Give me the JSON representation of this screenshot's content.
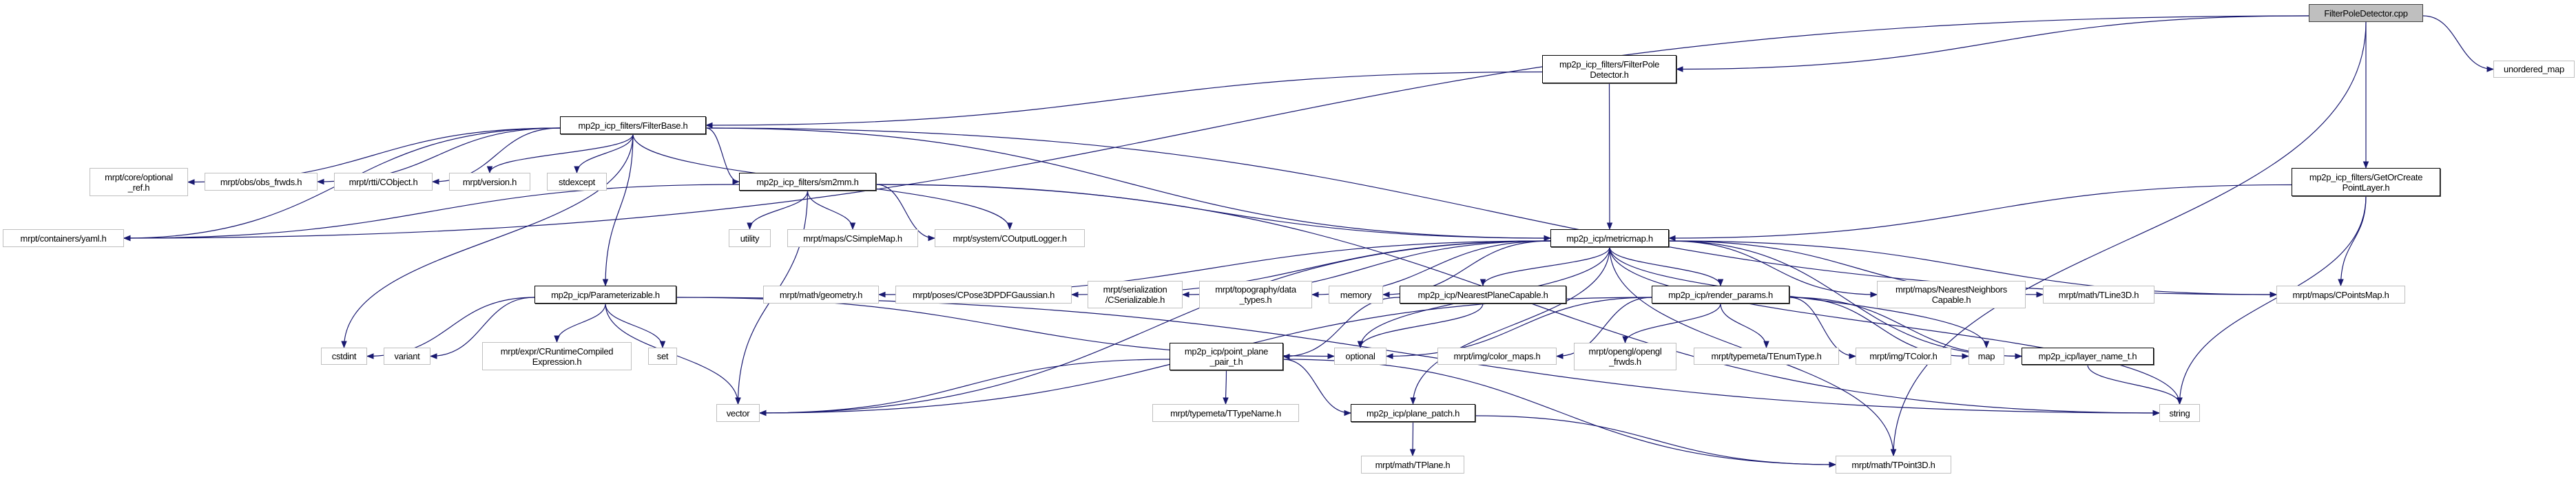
{
  "edge_color": "#191970",
  "root_fill": "#bfbfbf",
  "nodes": [
    {
      "id": "root",
      "label": "FilterPoleDetector.cpp",
      "kind": "root"
    },
    {
      "id": "unordered_map",
      "label": "unordered_map",
      "kind": "ext"
    },
    {
      "id": "fpd_h",
      "label": "mp2p_icp_filters/FilterPole\nDetector.h",
      "kind": "doc"
    },
    {
      "id": "getorcreate",
      "label": "mp2p_icp_filters/GetOrCreate\nPointLayer.h",
      "kind": "doc"
    },
    {
      "id": "filterbase",
      "label": "mp2p_icp_filters/FilterBase.h",
      "kind": "doc"
    },
    {
      "id": "optional_ref",
      "label": "mrpt/core/optional\n_ref.h",
      "kind": "ext"
    },
    {
      "id": "obs_frwds",
      "label": "mrpt/obs/obs_frwds.h",
      "kind": "ext"
    },
    {
      "id": "cobject",
      "label": "mrpt/rtti/CObject.h",
      "kind": "ext"
    },
    {
      "id": "version",
      "label": "mrpt/version.h",
      "kind": "ext"
    },
    {
      "id": "stdexcept",
      "label": "stdexcept",
      "kind": "ext"
    },
    {
      "id": "sm2mm",
      "label": "mp2p_icp_filters/sm2mm.h",
      "kind": "doc"
    },
    {
      "id": "yaml",
      "label": "mrpt/containers/yaml.h",
      "kind": "ext"
    },
    {
      "id": "utility",
      "label": "utility",
      "kind": "ext"
    },
    {
      "id": "csimplemap",
      "label": "mrpt/maps/CSimpleMap.h",
      "kind": "ext"
    },
    {
      "id": "coutputlogger",
      "label": "mrpt/system/COutputLogger.h",
      "kind": "ext"
    },
    {
      "id": "metricmap",
      "label": "mp2p_icp/metricmap.h",
      "kind": "doc"
    },
    {
      "id": "parameterizable",
      "label": "mp2p_icp/Parameterizable.h",
      "kind": "doc"
    },
    {
      "id": "geometry",
      "label": "mrpt/math/geometry.h",
      "kind": "ext"
    },
    {
      "id": "cpose",
      "label": "mrpt/poses/CPose3DPDFGaussian.h",
      "kind": "ext"
    },
    {
      "id": "cserializable",
      "label": "mrpt/serialization\n/CSerializable.h",
      "kind": "ext"
    },
    {
      "id": "datatypes",
      "label": "mrpt/topography/data\n_types.h",
      "kind": "ext"
    },
    {
      "id": "memory",
      "label": "memory",
      "kind": "ext"
    },
    {
      "id": "nearestplane",
      "label": "mp2p_icp/NearestPlaneCapable.h",
      "kind": "doc"
    },
    {
      "id": "renderparams",
      "label": "mp2p_icp/render_params.h",
      "kind": "doc"
    },
    {
      "id": "nncapable",
      "label": "mrpt/maps/NearestNeighbors\nCapable.h",
      "kind": "ext"
    },
    {
      "id": "tline3d",
      "label": "mrpt/math/TLine3D.h",
      "kind": "ext"
    },
    {
      "id": "cpointsmap",
      "label": "mrpt/maps/CPointsMap.h",
      "kind": "ext"
    },
    {
      "id": "cstdint",
      "label": "cstdint",
      "kind": "ext"
    },
    {
      "id": "variant",
      "label": "variant",
      "kind": "ext"
    },
    {
      "id": "cruntime",
      "label": "mrpt/expr/CRuntimeCompiled\nExpression.h",
      "kind": "ext"
    },
    {
      "id": "set",
      "label": "set",
      "kind": "ext"
    },
    {
      "id": "pointplane",
      "label": "mp2p_icp/point_plane\n_pair_t.h",
      "kind": "doc"
    },
    {
      "id": "optional",
      "label": "optional",
      "kind": "ext"
    },
    {
      "id": "colormaps",
      "label": "mrpt/img/color_maps.h",
      "kind": "ext"
    },
    {
      "id": "openglfrwds",
      "label": "mrpt/opengl/opengl\n_frwds.h",
      "kind": "ext"
    },
    {
      "id": "tenumtype",
      "label": "mrpt/typemeta/TEnumType.h",
      "kind": "ext"
    },
    {
      "id": "tcolor",
      "label": "mrpt/img/TColor.h",
      "kind": "ext"
    },
    {
      "id": "map",
      "label": "map",
      "kind": "ext"
    },
    {
      "id": "layername",
      "label": "mp2p_icp/layer_name_t.h",
      "kind": "doc"
    },
    {
      "id": "vector",
      "label": "vector",
      "kind": "ext"
    },
    {
      "id": "ttypename",
      "label": "mrpt/typemeta/TTypeName.h",
      "kind": "ext"
    },
    {
      "id": "planepatch",
      "label": "mp2p_icp/plane_patch.h",
      "kind": "doc"
    },
    {
      "id": "string",
      "label": "string",
      "kind": "ext"
    },
    {
      "id": "tplane",
      "label": "mrpt/math/TPlane.h",
      "kind": "ext"
    },
    {
      "id": "tpoint3d",
      "label": "mrpt/math/TPoint3D.h",
      "kind": "ext"
    }
  ],
  "edges": [
    [
      "root",
      "fpd_h"
    ],
    [
      "root",
      "yaml"
    ],
    [
      "root",
      "unordered_map"
    ],
    [
      "root",
      "getorcreate"
    ],
    [
      "root",
      "tpoint3d"
    ],
    [
      "fpd_h",
      "filterbase"
    ],
    [
      "fpd_h",
      "metricmap"
    ],
    [
      "filterbase",
      "yaml"
    ],
    [
      "filterbase",
      "optional_ref"
    ],
    [
      "filterbase",
      "obs_frwds"
    ],
    [
      "filterbase",
      "cobject"
    ],
    [
      "filterbase",
      "version"
    ],
    [
      "filterbase",
      "stdexcept"
    ],
    [
      "filterbase",
      "sm2mm"
    ],
    [
      "filterbase",
      "cstdint"
    ],
    [
      "filterbase",
      "parameterizable"
    ],
    [
      "filterbase",
      "coutputlogger"
    ],
    [
      "filterbase",
      "metricmap"
    ],
    [
      "filterbase",
      "cpointsmap"
    ],
    [
      "sm2mm",
      "yaml"
    ],
    [
      "sm2mm",
      "utility"
    ],
    [
      "sm2mm",
      "csimplemap"
    ],
    [
      "sm2mm",
      "coutputlogger"
    ],
    [
      "sm2mm",
      "metricmap"
    ],
    [
      "sm2mm",
      "vector"
    ],
    [
      "sm2mm",
      "string"
    ],
    [
      "getorcreate",
      "metricmap"
    ],
    [
      "getorcreate",
      "cpointsmap"
    ],
    [
      "getorcreate",
      "string"
    ],
    [
      "metricmap",
      "geometry"
    ],
    [
      "metricmap",
      "cpose"
    ],
    [
      "metricmap",
      "cserializable"
    ],
    [
      "metricmap",
      "datatypes"
    ],
    [
      "metricmap",
      "memory"
    ],
    [
      "metricmap",
      "nearestplane"
    ],
    [
      "metricmap",
      "renderparams"
    ],
    [
      "metricmap",
      "vector"
    ],
    [
      "metricmap",
      "optional"
    ],
    [
      "metricmap",
      "planepatch"
    ],
    [
      "metricmap",
      "nncapable"
    ],
    [
      "metricmap",
      "tline3d"
    ],
    [
      "metricmap",
      "cpointsmap"
    ],
    [
      "metricmap",
      "map"
    ],
    [
      "metricmap",
      "layername"
    ],
    [
      "metricmap",
      "string"
    ],
    [
      "metricmap",
      "tpoint3d"
    ],
    [
      "parameterizable",
      "cstdint"
    ],
    [
      "parameterizable",
      "variant"
    ],
    [
      "parameterizable",
      "cruntime"
    ],
    [
      "parameterizable",
      "set"
    ],
    [
      "parameterizable",
      "vector"
    ],
    [
      "parameterizable",
      "optional"
    ],
    [
      "parameterizable",
      "string"
    ],
    [
      "nearestplane",
      "pointplane"
    ],
    [
      "nearestplane",
      "optional"
    ],
    [
      "renderparams",
      "optional"
    ],
    [
      "renderparams",
      "colormaps"
    ],
    [
      "renderparams",
      "openglfrwds"
    ],
    [
      "renderparams",
      "tenumtype"
    ],
    [
      "renderparams",
      "tcolor"
    ],
    [
      "renderparams",
      "map"
    ],
    [
      "renderparams",
      "layername"
    ],
    [
      "renderparams",
      "vector"
    ],
    [
      "pointplane",
      "ttypename"
    ],
    [
      "pointplane",
      "planepatch"
    ],
    [
      "pointplane",
      "tpoint3d"
    ],
    [
      "pointplane",
      "vector"
    ],
    [
      "planepatch",
      "tplane"
    ],
    [
      "planepatch",
      "tpoint3d"
    ],
    [
      "layername",
      "string"
    ]
  ]
}
